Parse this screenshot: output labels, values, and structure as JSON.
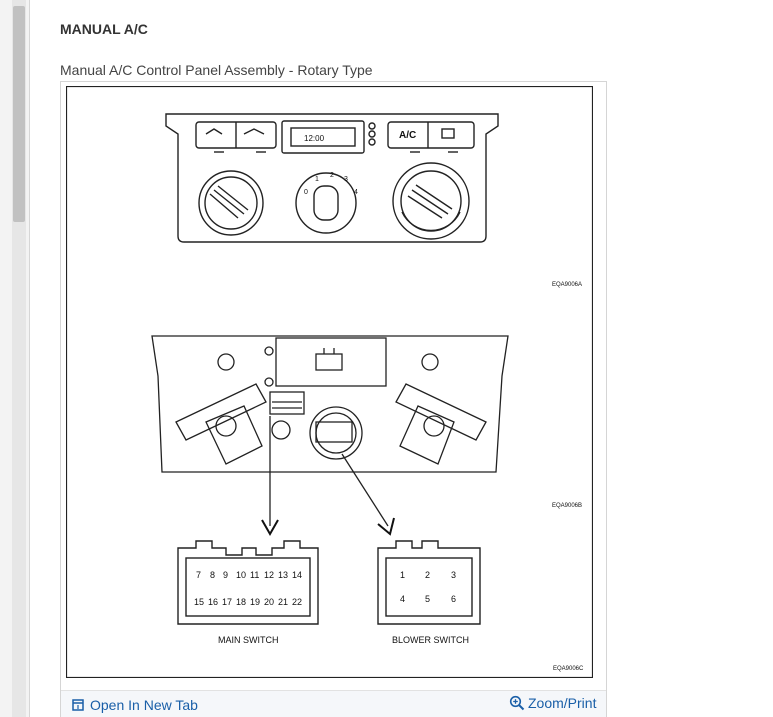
{
  "section": {
    "title": "MANUAL A/C"
  },
  "figure": {
    "caption": "Manual A/C Control Panel Assembly - Rotary Type",
    "diagram": {
      "codes": [
        "EQA9006A",
        "EQA9006B",
        "EQA9006C"
      ],
      "ac_button": "A/C",
      "display_text": "12:00",
      "fan_labels": [
        "0",
        "1",
        "2",
        "3",
        "4"
      ],
      "main_switch": {
        "label": "MAIN SWITCH",
        "top_pins": [
          "7",
          "8",
          "9",
          "10",
          "11",
          "12",
          "13",
          "14"
        ],
        "bottom_pins": [
          "15",
          "16",
          "17",
          "18",
          "19",
          "20",
          "21",
          "22"
        ]
      },
      "blower_switch": {
        "label": "BLOWER SWITCH",
        "top_pins": [
          "1",
          "2",
          "3"
        ],
        "bottom_pins": [
          "4",
          "5",
          "6"
        ]
      }
    }
  },
  "toolbar": {
    "open_tab_label": "Open In New Tab",
    "zoom_label": "Zoom/Print",
    "open_tab_icon": "open-new-tab-icon",
    "zoom_icon": "zoom-in-icon",
    "link_color": "#1a5fa8"
  }
}
